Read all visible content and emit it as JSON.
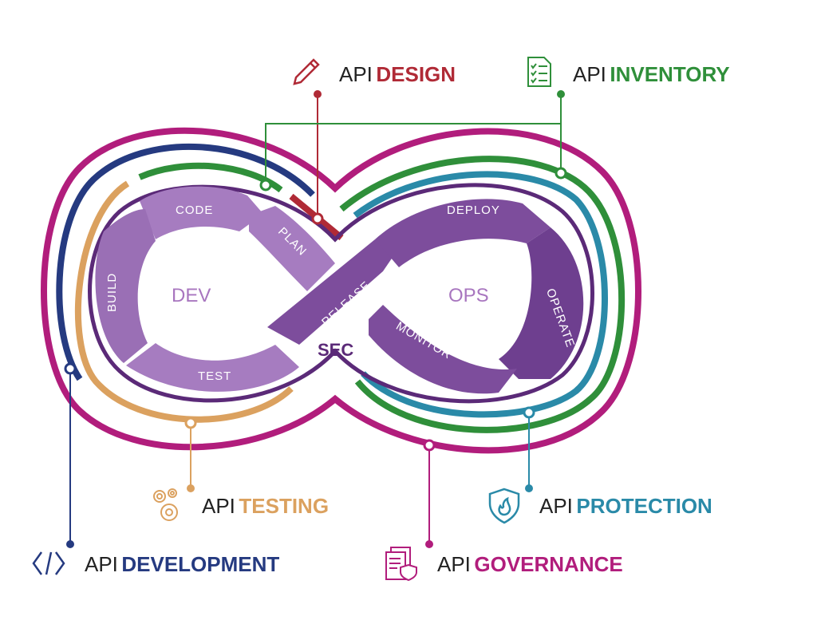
{
  "colors": {
    "design": "#b02a36",
    "inventory": "#2f8f3a",
    "testing": "#dba15f",
    "protection": "#2a8aa8",
    "development": "#253a80",
    "governance": "#b11d7c",
    "purple_dark": "#5b2a78",
    "stage_light": "#a67cc0",
    "stage_dark": "#7d4d9c"
  },
  "loop": {
    "dev_label": "DEV",
    "ops_label": "OPS",
    "sec_label": "SEC",
    "stages": {
      "code": "CODE",
      "plan": "PLAN",
      "build": "BUILD",
      "test": "TEST",
      "release": "RELEASE",
      "deploy": "DEPLOY",
      "operate": "OPERATE",
      "monitor": "MONITOR"
    }
  },
  "callouts": {
    "design": {
      "prefix": "API",
      "word": "DESIGN",
      "icon": "pencil-icon"
    },
    "inventory": {
      "prefix": "API",
      "word": "INVENTORY",
      "icon": "checklist-document-icon"
    },
    "testing": {
      "prefix": "API",
      "word": "TESTING",
      "icon": "gears-icon"
    },
    "protection": {
      "prefix": "API",
      "word": "PROTECTION",
      "icon": "shield-flame-icon"
    },
    "development": {
      "prefix": "API",
      "word": "DEVELOPMENT",
      "icon": "code-brackets-icon"
    },
    "governance": {
      "prefix": "API",
      "word": "GOVERNANCE",
      "icon": "documents-shield-icon"
    }
  }
}
